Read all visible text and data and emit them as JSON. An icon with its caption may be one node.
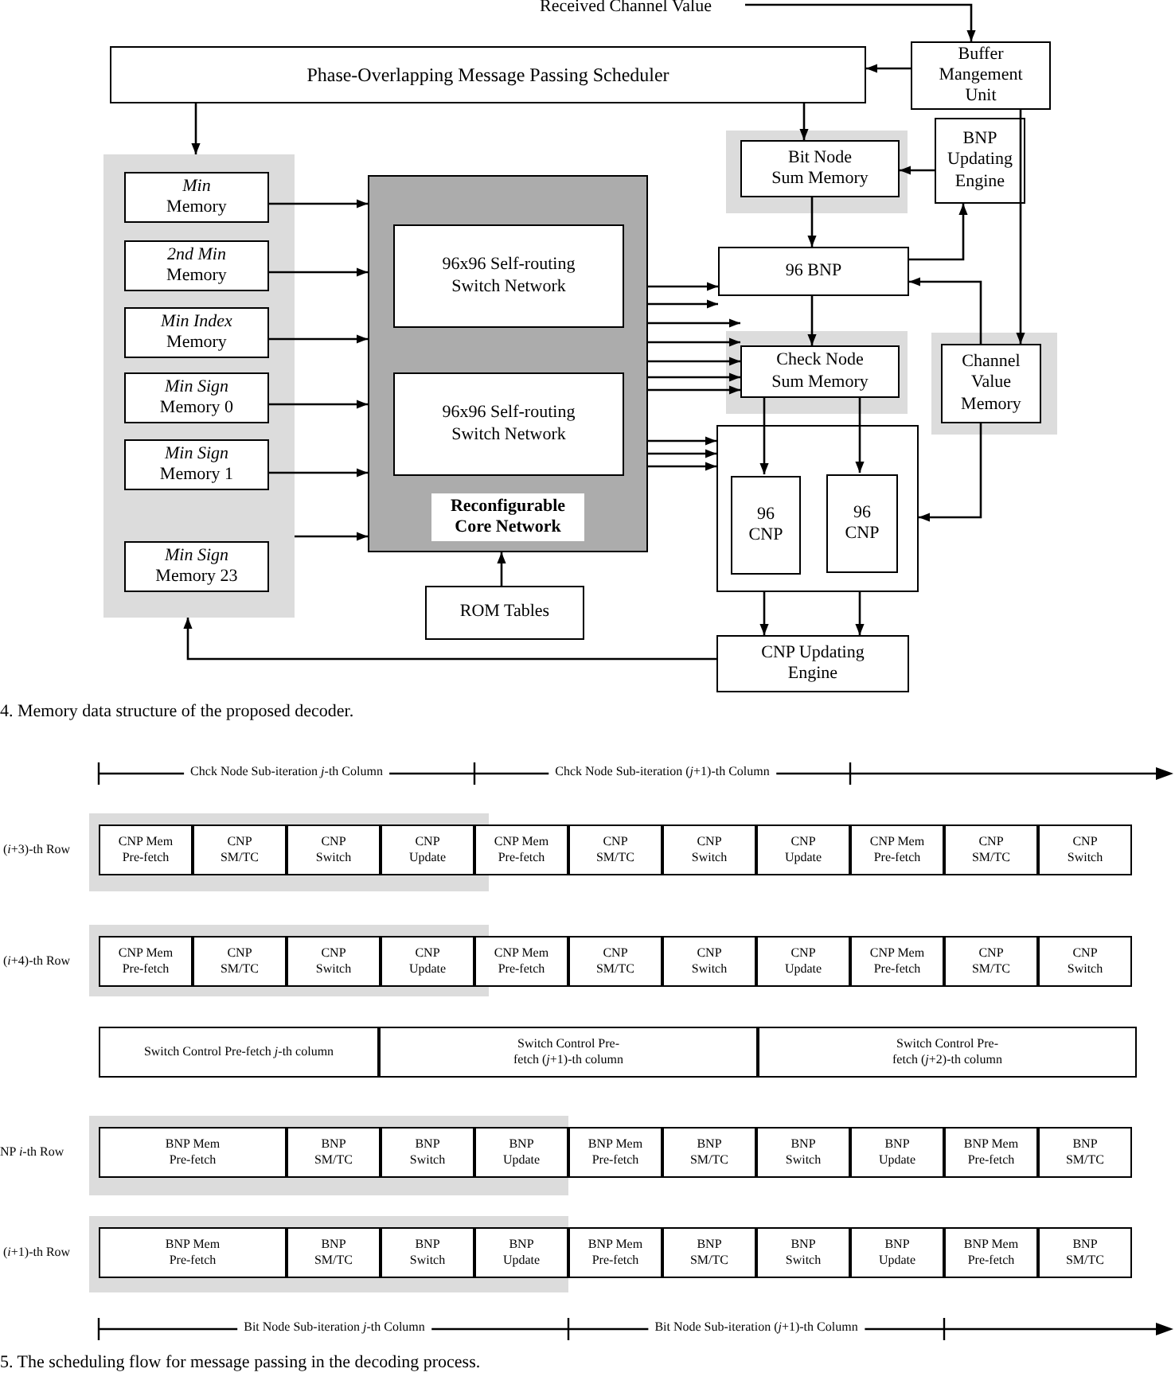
{
  "diagram": {
    "caption": "5.  The scheduling flow for message passing in the decoding process.",
    "nodes": [
      {
        "text": [
          "Received Channel Value"
        ]
      },
      {
        "text": [
          "Phase-Overlapping Message Passing Scheduler"
        ]
      },
      {
        "text": [
          "Buffer Mangement Unit"
        ]
      },
      {
        "text": [],
        "shape": "box"
      },
      {
        "text": [
          "*Min* Memory"
        ],
        "in": 3
      },
      {
        "text": [
          "*2nd Min* Memory"
        ],
        "in": 3
      },
      {
        "text": [
          "*Min Index* Memory"
        ],
        "in": 3
      },
      {
        "text": [
          "*Min Sign* Memory 0"
        ],
        "in": 3
      },
      {
        "text": [
          "*Min Sign* Memory 1"
        ],
        "in": 3
      },
      {
        "text": [
          "*Min Sign* Memory 23"
        ],
        "in": 3
      },
      {
        "text": [
          "Reconfigurable Core Network"
        ]
      },
      {
        "text": [
          "96x96 Self-routing Switch Network"
        ],
        "in": 10
      },
      {
        "text": [
          "96x96 Self-routing Switch Network"
        ],
        "in": 10
      },
      {
        "text": [
          "ROM Tables"
        ]
      },
      {
        "text": [
          "Bit Node Sum Memory"
        ]
      },
      {
        "text": [
          "BNP Updating Engine"
        ]
      },
      {
        "text": [
          "96 BNP"
        ]
      },
      {
        "text": [
          "Check Node Sum Memory"
        ]
      },
      {
        "text": [
          "Channel Value Memory"
        ]
      },
      {
        "text": [],
        "shape": "box"
      },
      {
        "text": [
          "96 CNP"
        ],
        "in": 19
      },
      {
        "text": [
          "96 CNP"
        ],
        "in": 19
      },
      {
        "text": [
          "CNP Updating Engine"
        ]
      },
      {
        "text": [
          "CNP Mem Pre-fetch"
        ]
      },
      {
        "text": [
          "CNP SM/TC"
        ]
      },
      {
        "text": [
          "CNP Switch"
        ]
      },
      {
        "text": [
          "CNP Update"
        ]
      },
      {
        "text": [
          "CNP Mem Pre-fetch"
        ]
      },
      {
        "text": [
          "CNP SM/TC"
        ]
      },
      {
        "text": [
          "CNP Switch"
        ]
      },
      {
        "text": [
          "CNP Update"
        ]
      },
      {
        "text": [
          "CNP Mem Pre-fetch"
        ]
      },
      {
        "text": [
          "CNP SM/TC"
        ]
      },
      {
        "text": [
          "CNP Switch"
        ]
      },
      {
        "text": [
          "CNP Mem Pre-fetch"
        ]
      },
      {
        "text": [
          "CNP SM/TC"
        ]
      },
      {
        "text": [
          "CNP Switch"
        ]
      },
      {
        "text": [
          "CNP Update"
        ]
      },
      {
        "text": [
          "CNP Mem Pre-fetch"
        ]
      },
      {
        "text": [
          "CNP SM/TC"
        ]
      },
      {
        "text": [
          "CNP Switch"
        ]
      },
      {
        "text": [
          "CNP Update"
        ]
      },
      {
        "text": [
          "CNP Mem Pre-fetch"
        ]
      },
      {
        "text": [
          "CNP SM/TC"
        ]
      },
      {
        "text": [
          "CNP Switch"
        ]
      },
      {
        "text": [
          "Switch Control Pre-fetch *j*-th column"
        ]
      },
      {
        "text": [
          "Switch Control Pre-fetch (*j*+1)-th column"
        ]
      },
      {
        "text": [
          "Switch Control Pre-fetch (*j*+2)-th column"
        ]
      },
      {
        "text": [
          "BNP Mem Pre-fetch"
        ]
      },
      {
        "text": [
          "BNP SM/TC"
        ]
      },
      {
        "text": [
          "BNP Switch"
        ]
      },
      {
        "text": [
          "BNP Update"
        ]
      },
      {
        "text": [
          "BNP Mem Pre-fetch"
        ]
      },
      {
        "text": [
          "BNP SM/TC"
        ]
      },
      {
        "text": [
          "BNP Switch"
        ]
      },
      {
        "text": [
          "BNP Update"
        ]
      },
      {
        "text": [
          "BNP Mem Pre-fetch"
        ]
      },
      {
        "text": [
          "BNP SM/TC"
        ]
      },
      {
        "text": [
          "BNP Mem Pre-fetch"
        ]
      },
      {
        "text": [
          "BNP SM/TC"
        ]
      },
      {
        "text": [
          "BNP Switch"
        ]
      },
      {
        "text": [
          "BNP Update"
        ]
      },
      {
        "text": [
          "BNP Mem Pre-fetch"
        ]
      },
      {
        "text": [
          "BNP SM/TC"
        ]
      },
      {
        "text": [
          "BNP Switch"
        ]
      },
      {
        "text": [
          "BNP Update"
        ]
      },
      {
        "text": [
          "BNP Mem Pre-fetch"
        ]
      },
      {
        "text": [
          "BNP SM/TC"
        ]
      }
    ],
    "edges": [
      {
        "from": 0,
        "to": 2,
        "arrow": "to"
      },
      {
        "from": 2,
        "to": 1,
        "arrow": "to"
      },
      {
        "from": 1,
        "to": 3,
        "arrow": "to"
      },
      {
        "from": 1,
        "to": 14,
        "arrow": "to"
      },
      {
        "from": 2,
        "to": 18,
        "arrow": "to"
      },
      {
        "from": 15,
        "to": 14,
        "arrow": "to"
      },
      {
        "from": 14,
        "to": 16,
        "arrow": "to"
      },
      {
        "from": 16,
        "to": 15,
        "arrow": "to"
      },
      {
        "from": 18,
        "to": 16,
        "arrow": "to"
      },
      {
        "from": 16,
        "to": 17,
        "arrow": "to"
      },
      {
        "from": 17,
        "to": 20,
        "arrow": "to"
      },
      {
        "from": 17,
        "to": 21,
        "arrow": "to"
      },
      {
        "from": 18,
        "to": 19,
        "arrow": "to"
      },
      {
        "from": 19,
        "to": 22,
        "arrow": "to"
      },
      {
        "from": 19,
        "to": 22,
        "arrow": "to"
      },
      {
        "from": 22,
        "to": 3,
        "arrow": "to"
      },
      {
        "from": 13,
        "to": 10,
        "arrow": "to"
      },
      {
        "from": 4,
        "to": 10,
        "arrow": "to"
      },
      {
        "from": 5,
        "to": 10,
        "arrow": "to"
      },
      {
        "from": 6,
        "to": 10,
        "arrow": "to"
      },
      {
        "from": 7,
        "to": 10,
        "arrow": "to"
      },
      {
        "from": 8,
        "to": 10,
        "arrow": "to"
      },
      {
        "from": 3,
        "to": 10,
        "arrow": "to"
      },
      {
        "from": 10,
        "to": 16,
        "arrow": "to"
      },
      {
        "from": 10,
        "to": 16,
        "arrow": "to"
      },
      {
        "from": 10,
        "to": 17,
        "arrow": "to"
      },
      {
        "from": 10,
        "to": 17,
        "arrow": "to"
      },
      {
        "from": 10,
        "to": 17,
        "arrow": "to"
      },
      {
        "from": 10,
        "to": 17,
        "arrow": "to"
      },
      {
        "from": 10,
        "to": 17,
        "arrow": "to"
      },
      {
        "from": 10,
        "to": 19,
        "arrow": "to"
      },
      {
        "from": 10,
        "to": 19,
        "arrow": "to"
      },
      {
        "from": 10,
        "to": 19,
        "arrow": "to"
      }
    ],
    "labels": [
      "4.  Memory data structure of the proposed decoder.",
      "Chck Node Sub-iteration *j*-th Column",
      "Chck Node Sub-iteration (*j*+1)-th Column",
      "(*i*+3)-th Row",
      "(*i*+4)-th Row",
      "NP *i*-th Row",
      "(*i*+1)-th Row",
      "Bit Node Sub-iteration *j*-th Column",
      "Bit Node Sub-iteration (*j*+1)-th Column"
    ]
  }
}
